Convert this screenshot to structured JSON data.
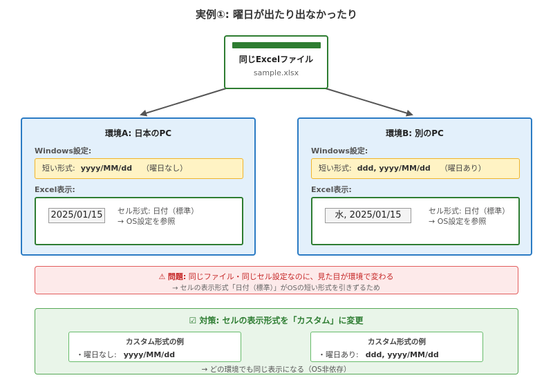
{
  "title": "実例①: 曜日が出たり出なかったり",
  "file": {
    "title": "同じExcelファイル",
    "name": "sample.xlsx"
  },
  "env_a": {
    "title": "環境A: 日本のPC",
    "windows_label": "Windows設定:",
    "short_format_label": "短い形式:",
    "short_format_value": "yyyy/MM/dd",
    "short_format_note": "（曜日なし）",
    "excel_label": "Excel表示:",
    "cell_value": "2025/01/15",
    "cell_format": "セル形式: 日付（標準）",
    "cell_ref": "→ OS設定を参照"
  },
  "env_b": {
    "title": "環境B: 別のPC",
    "windows_label": "Windows設定:",
    "short_format_label": "短い形式:",
    "short_format_value": "ddd, yyyy/MM/dd",
    "short_format_note": "（曜日あり）",
    "excel_label": "Excel表示:",
    "cell_value": "水, 2025/01/15",
    "cell_format": "セル形式: 日付（標準）",
    "cell_ref": "→ OS設定を参照"
  },
  "problem": {
    "icon": "warning-icon",
    "label": "問題:",
    "text": "同じファイル・同じセル設定なのに、見た目が環境で変わる",
    "detail": "→ セルの表示形式「日付（標準）」がOSの短い形式を引きずるため"
  },
  "solution": {
    "icon": "check-box-icon",
    "title": "対策: セルの表示形式を「カスタム」に変更",
    "example_a": {
      "heading": "カスタム形式の例",
      "label": "・曜日なし:",
      "value": "yyyy/MM/dd"
    },
    "example_b": {
      "heading": "カスタム形式の例",
      "label": "・曜日あり:",
      "value": "ddd, yyyy/MM/dd"
    },
    "footer": "→ どの環境でも同じ表示になる（OS非依存）"
  },
  "colors": {
    "env_border": "#2b7bc4",
    "env_fill": "#e3f0fb",
    "green": "#2e7d32",
    "warn_fill": "#fff3c4",
    "warn_border": "#f0b429",
    "problem_red": "#c62828",
    "solution_fill": "#e9f5e9"
  }
}
